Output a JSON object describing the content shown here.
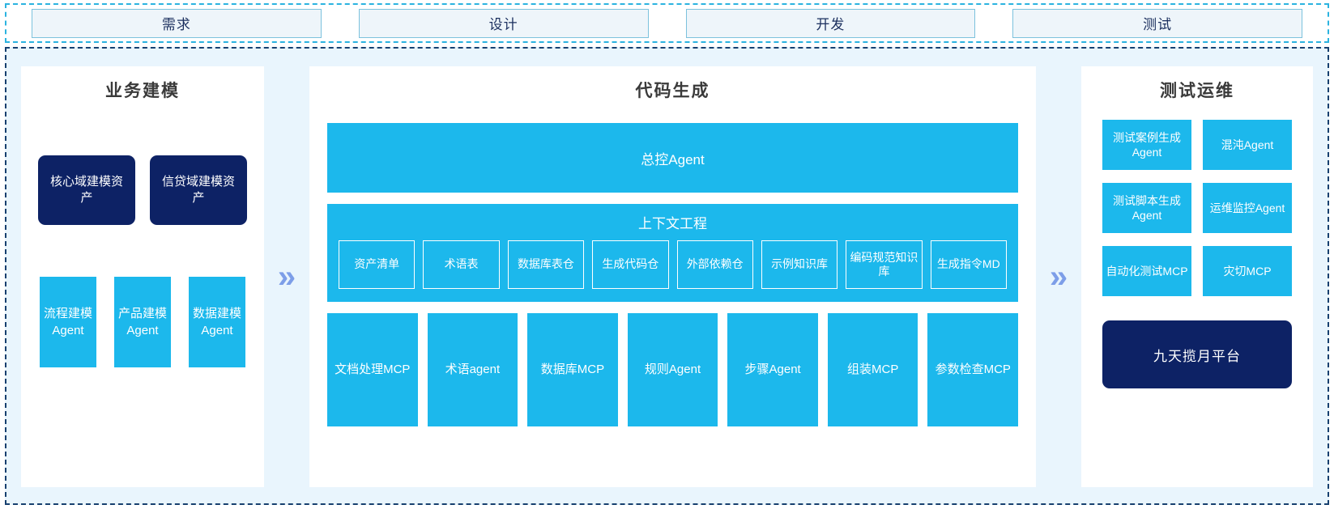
{
  "phases": [
    {
      "label": "需求"
    },
    {
      "label": "设计"
    },
    {
      "label": "开发"
    },
    {
      "label": "测试"
    }
  ],
  "separator": {
    "glyph": "»"
  },
  "left_panel": {
    "title": "业务建模",
    "assets": [
      {
        "label": "核心域建模资产"
      },
      {
        "label": "信贷域建模资产"
      }
    ],
    "agents": [
      {
        "label": "流程建模Agent"
      },
      {
        "label": "产品建模Agent"
      },
      {
        "label": "数据建模Agent"
      }
    ]
  },
  "center_panel": {
    "title": "代码生成",
    "master_agent": "总控Agent",
    "context": {
      "title": "上下文工程",
      "items": [
        {
          "label": "资产清单"
        },
        {
          "label": "术语表"
        },
        {
          "label": "数据库表仓"
        },
        {
          "label": "生成代码仓"
        },
        {
          "label": "外部依赖仓"
        },
        {
          "label": "示例知识库"
        },
        {
          "label": "编码规范知识库"
        },
        {
          "label": "生成指令MD"
        }
      ]
    },
    "tools": [
      {
        "label": "文档处理MCP"
      },
      {
        "label": "术语agent"
      },
      {
        "label": "数据库MCP"
      },
      {
        "label": "规则Agent"
      },
      {
        "label": "步骤Agent"
      },
      {
        "label": "组装MCP"
      },
      {
        "label": "参数检查MCP"
      }
    ]
  },
  "right_panel": {
    "title": "测试运维",
    "items": [
      {
        "label": "测试案例生成Agent"
      },
      {
        "label": "混沌Agent"
      },
      {
        "label": "测试脚本生成Agent"
      },
      {
        "label": "运维监控Agent"
      },
      {
        "label": "自动化测试MCP"
      },
      {
        "label": "灾切MCP"
      }
    ],
    "platform": "九天揽月平台"
  },
  "colors": {
    "cyan": "#1cb8ec",
    "navy": "#0d2265",
    "panel_bg": "#e9f5fd",
    "chevron": "#7d9ee8",
    "phase_border": "#7cc2dd"
  }
}
